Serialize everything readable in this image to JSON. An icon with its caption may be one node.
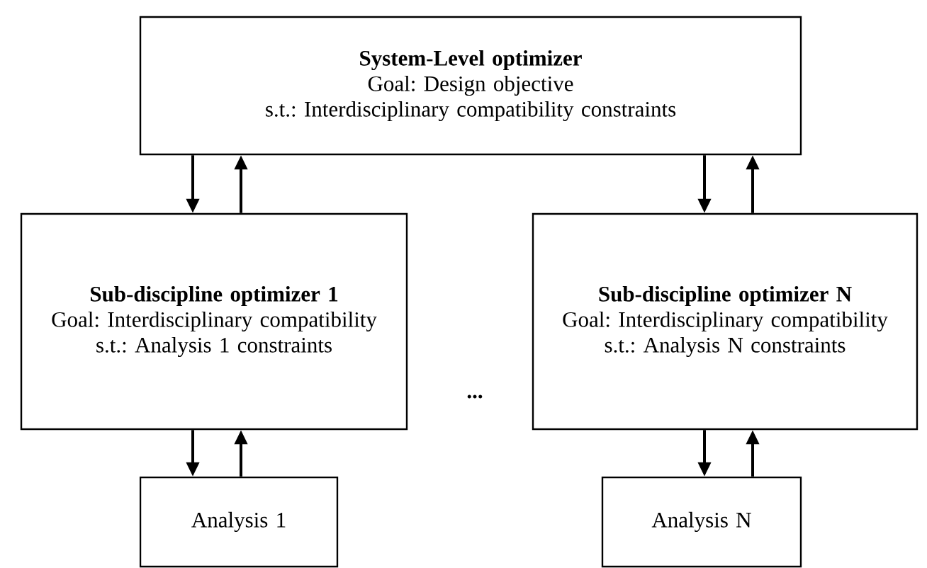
{
  "diagram": {
    "nodes": [
      {
        "text": [
          "System-Level optimizer",
          "Goal: Design objective",
          "s.t.: Interdisciplinary compatibility constraints"
        ]
      },
      {
        "text": [
          "Sub-discipline optimizer 1",
          "Goal: Interdisciplinary compatibility",
          "s.t.: Analysis 1 constraints"
        ]
      },
      {
        "text": [
          "Sub-discipline optimizer N",
          "Goal: Interdisciplinary compatibility",
          "s.t.: Analysis N constraints"
        ]
      },
      {
        "text": [
          "Analysis 1"
        ]
      },
      {
        "text": [
          "Analysis N"
        ]
      }
    ],
    "edges": [
      {
        "from": 0,
        "to": 1,
        "arrow": "to"
      },
      {
        "from": 1,
        "to": 0,
        "arrow": "to"
      },
      {
        "from": 0,
        "to": 2,
        "arrow": "to"
      },
      {
        "from": 2,
        "to": 0,
        "arrow": "to"
      },
      {
        "from": 1,
        "to": 3,
        "arrow": "to"
      },
      {
        "from": 3,
        "to": 1,
        "arrow": "to"
      },
      {
        "from": 2,
        "to": 4,
        "arrow": "to"
      },
      {
        "from": 4,
        "to": 2,
        "arrow": "to"
      }
    ],
    "labels": [
      "..."
    ]
  }
}
